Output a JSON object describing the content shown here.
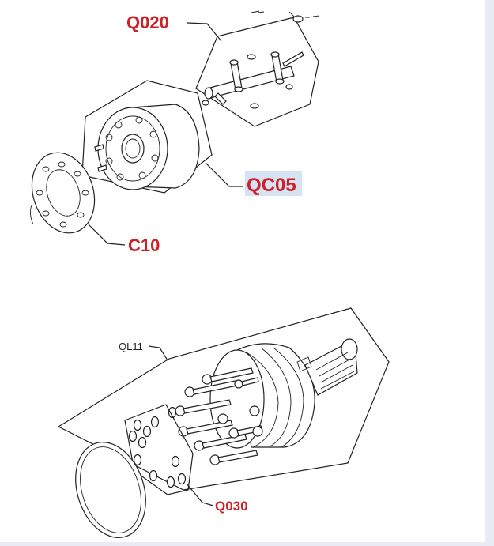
{
  "labels": {
    "q020": "Q020",
    "qc05": "QC05",
    "c10": "C10",
    "ql11": "QL11",
    "q030": "Q030"
  },
  "colors": {
    "label_red": "#cf2027",
    "highlight": "#d6e3f3",
    "line": "#222222"
  },
  "highlighted_label": "QC05"
}
